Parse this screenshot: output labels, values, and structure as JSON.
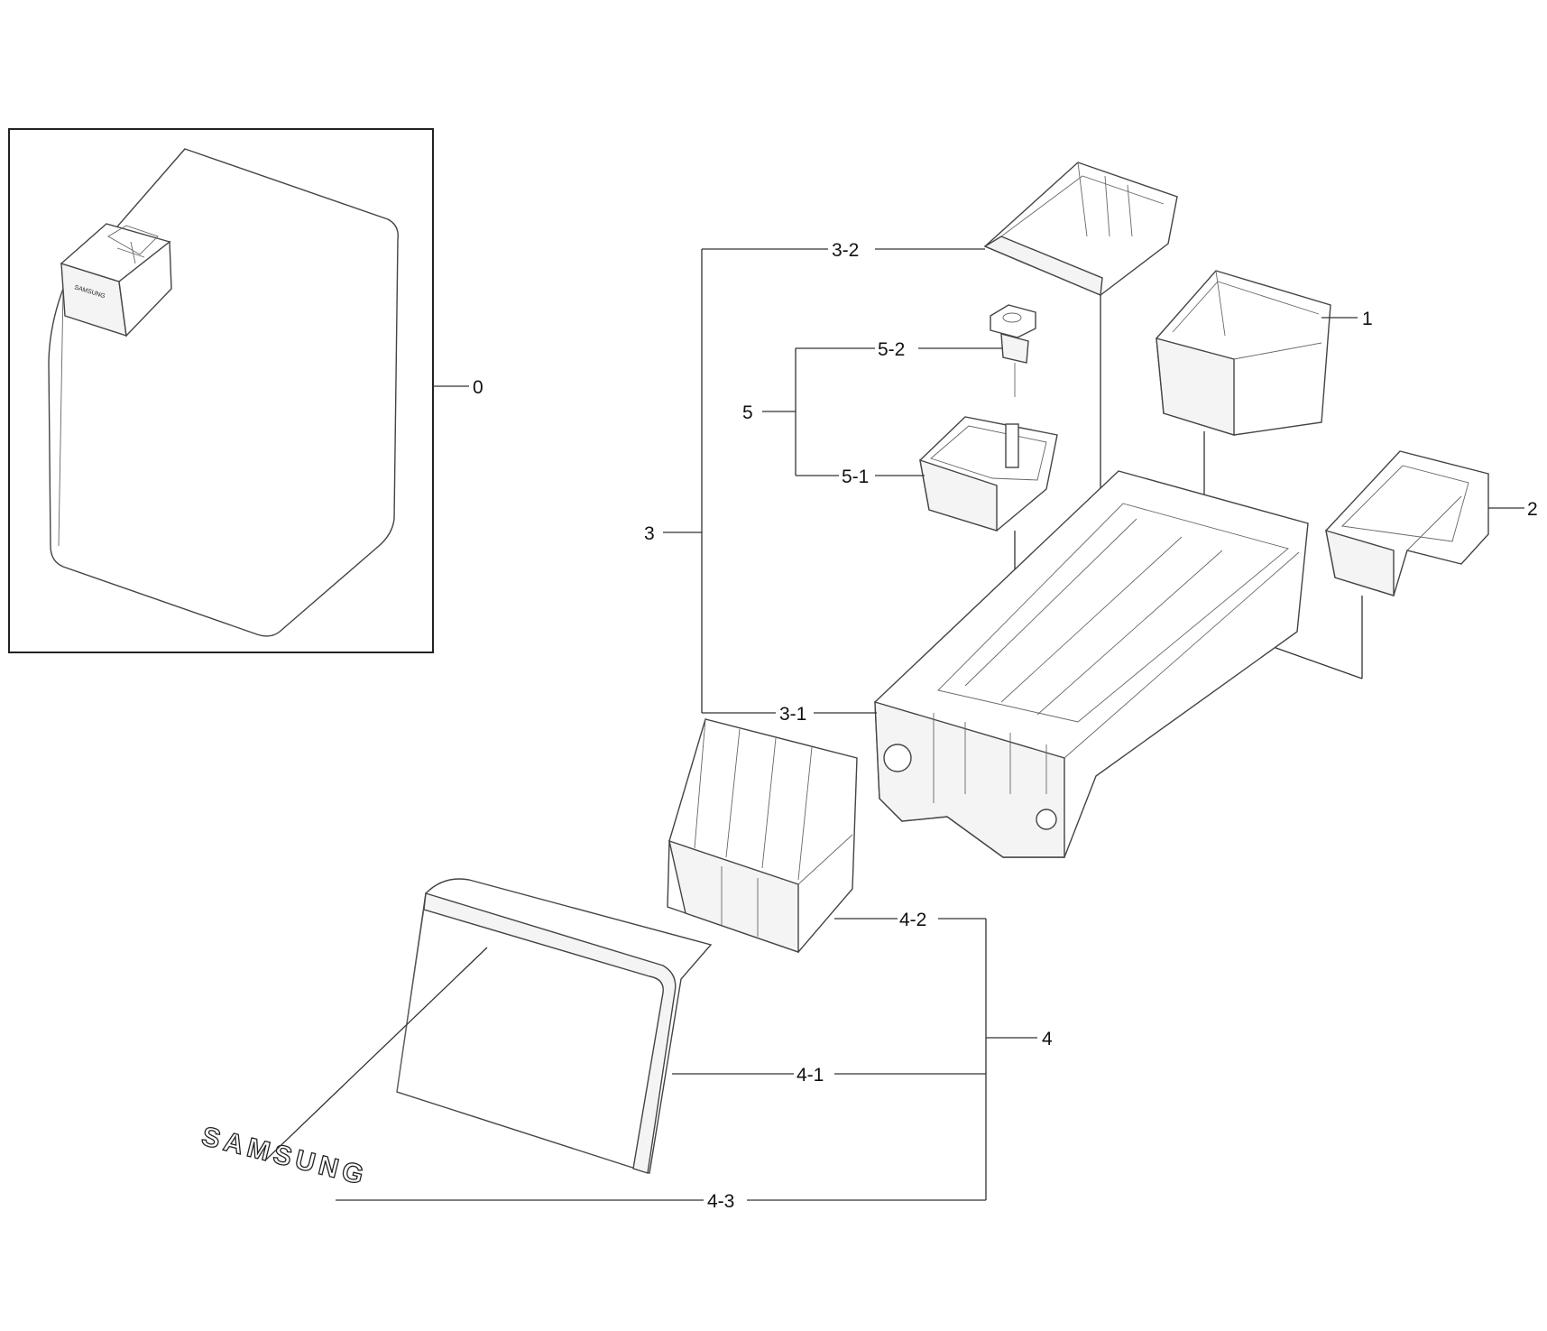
{
  "callouts": {
    "c0": "0",
    "c1": "1",
    "c2": "2",
    "c3": "3",
    "c3_1": "3-1",
    "c3_2": "3-2",
    "c4": "4",
    "c4_1": "4-1",
    "c4_2": "4-2",
    "c4_3": "4-3",
    "c5": "5",
    "c5_1": "5-1",
    "c5_2": "5-2"
  },
  "logo": {
    "emblem_text": "SAMSUNG",
    "mini_text": "SAMSUNG"
  }
}
